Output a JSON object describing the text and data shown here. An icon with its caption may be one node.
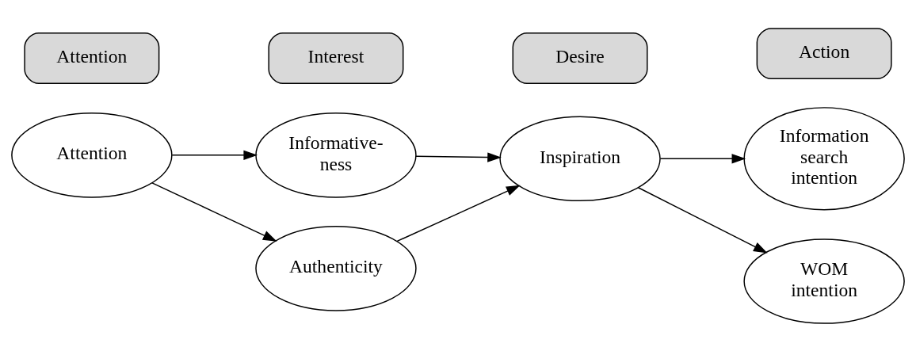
{
  "diagram": {
    "nodes": [
      {
        "text": [
          "Attention"
        ]
      },
      {
        "text": [
          "Interest"
        ]
      },
      {
        "text": [
          "Desire"
        ]
      },
      {
        "text": [
          "Action"
        ]
      },
      {
        "text": [
          "Attention"
        ]
      },
      {
        "text": [
          "Informative- ness"
        ]
      },
      {
        "text": [
          "Authenticity"
        ]
      },
      {
        "text": [
          "Inspiration"
        ]
      },
      {
        "text": [
          "Information search intention"
        ]
      },
      {
        "text": [
          "WOM intention"
        ]
      }
    ],
    "edges": [
      {
        "from": 4,
        "to": 5,
        "arrow": "to"
      },
      {
        "from": 4,
        "to": 6,
        "arrow": "to"
      },
      {
        "from": 5,
        "to": 7,
        "arrow": "to"
      },
      {
        "from": 6,
        "to": 7,
        "arrow": "to"
      },
      {
        "from": 7,
        "to": 8,
        "arrow": "to"
      },
      {
        "from": 7,
        "to": 9,
        "arrow": "to"
      }
    ]
  }
}
